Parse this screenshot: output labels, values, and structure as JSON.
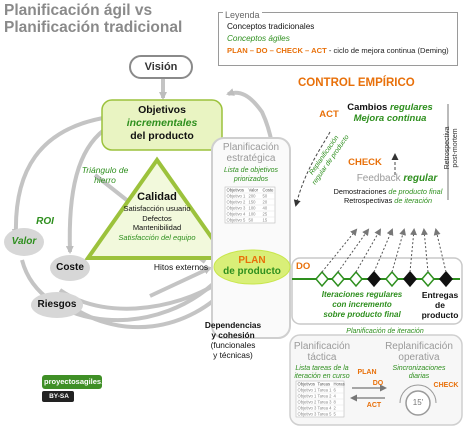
{
  "title": {
    "line1": "Planificación ágil vs",
    "line2": "Planificación tradicional"
  },
  "legend": {
    "heading": "Leyenda",
    "traditional": "Conceptos tradicionales",
    "agile": "Conceptos ágiles",
    "pdca": "PLAN – DO – CHECK – ACT",
    "pdca_desc": "- ciclo de mejora continua (Deming)"
  },
  "vision": "Visión",
  "objetivos": {
    "l1": "Objetivos",
    "l2": "incrementales",
    "l3": "del producto"
  },
  "triangulo": {
    "l1": "Triángulo de",
    "l2": "hierro"
  },
  "calidad": {
    "title": "Calidad",
    "l1": "Satisfacción usuario",
    "l2": "Defectos",
    "l3": "Mantenibilidad",
    "l4": "Satisfacción del equipo"
  },
  "roi": "ROI",
  "valor": "Valor",
  "coste": "Coste",
  "riesgos": "Riesgos",
  "hitos": "Hitos externos",
  "dependencias": {
    "l1": "Dependencias",
    "l2": "y cohesión",
    "l3": "(funcionales",
    "l4": "y técnicas)"
  },
  "plan": {
    "l1": "PLAN",
    "l2": "de producto"
  },
  "planificacion_estrategica": {
    "l1": "Planificación",
    "l2": "estratégica",
    "sub1": "Lista de objetivos",
    "sub2": "priorizados"
  },
  "control": "CONTROL EMPÍRICO",
  "act": "ACT",
  "replan": {
    "l1": "Replanificación",
    "l2": "regular de producto"
  },
  "cambios": {
    "l1": "Cambios",
    "l1b": "regulares",
    "l2": "Mejora continua"
  },
  "retro_vertical": {
    "l1": "Retrospectiva",
    "l2": "post-mortem"
  },
  "check": "CHECK",
  "feedback": {
    "l1": "Feedback",
    "l1b": "regular"
  },
  "demos": {
    "l1": "Demostraciones",
    "l1b": "de producto final",
    "l2": "Retrospectivas",
    "l2b": "de iteración"
  },
  "do": "DO",
  "iteraciones": {
    "l1": "Iteraciones regulares",
    "l2": "con incremento",
    "l3": "sobre producto final"
  },
  "entregas": {
    "l1": "Entregas",
    "l2": "de",
    "l3": "producto"
  },
  "planif_iteracion": "Planificación de iteración",
  "tactica": {
    "l1": "Planificación",
    "l2": "táctica",
    "sub1": "Lista tareas de la",
    "sub2": "iteración en curso"
  },
  "operativa": {
    "l1": "Replanificación",
    "l2": "operativa",
    "sub1": "Sincronizaciones",
    "sub2": "diarias"
  },
  "mini": {
    "plan": "PLAN",
    "do": "DO",
    "check": "CHECK",
    "act": "ACT",
    "timer": "15'"
  },
  "logo": {
    "text": "proyectosagiles",
    "suffix": ".org",
    "license": "BY-SA"
  },
  "table1": {
    "headers": [
      "Objetivos",
      "Valor",
      "Coste"
    ],
    "rows": [
      [
        "Objetivo 1",
        "200",
        "50"
      ],
      [
        "Objetivo 2",
        "150",
        "20"
      ],
      [
        "Objetivo 3",
        "100",
        "40"
      ],
      [
        "Objetivo 4",
        "100",
        "25"
      ],
      [
        "Objetivo 5",
        "50",
        "15"
      ]
    ]
  },
  "table2": {
    "headers": [
      "Objetivos",
      "Tareas",
      "Horas"
    ],
    "rows": [
      [
        "Objetivo 1",
        "Tarea 1",
        "6"
      ],
      [
        "Objetivo 1",
        "Tarea 2",
        "4"
      ],
      [
        "Objetivo 2",
        "Tarea 3",
        "8"
      ],
      [
        "Objetivo 3",
        "Tarea 4",
        "2"
      ],
      [
        "Objetivo 3",
        "Tarea 5",
        "5"
      ]
    ]
  },
  "colors": {
    "green": "#2e8f1e",
    "lime": "#c8e64a",
    "orange": "#e8700a",
    "gray": "#8a8a8a",
    "light": "#e6e6e6"
  }
}
